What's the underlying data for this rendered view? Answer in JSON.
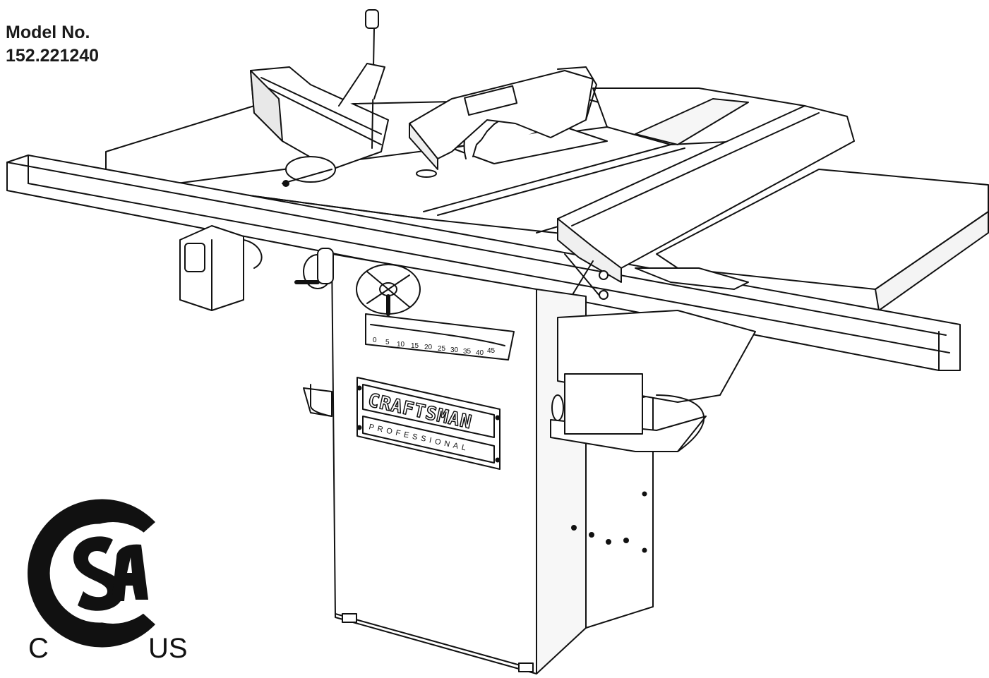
{
  "model": {
    "label": "Model No.",
    "number": "152.221240"
  },
  "certification": {
    "logo": "CSA",
    "left_text": "C",
    "right_text": "US"
  },
  "saw": {
    "brand_plate": "CRAFTSMAN",
    "sub_plate": "PROFESSIONAL",
    "bevel_scale": [
      "0",
      "5",
      "10",
      "15",
      "20",
      "25",
      "30",
      "35",
      "40",
      "45"
    ]
  }
}
